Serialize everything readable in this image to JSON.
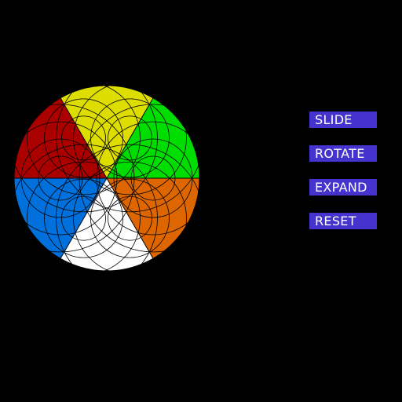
{
  "puzzle": {
    "sector_colors": [
      "#0070dd",
      "#ffffff",
      "#dd6600",
      "#00dd00",
      "#dddd00",
      "#aa0000"
    ]
  },
  "controls": {
    "slide_label": "SLIDE",
    "rotate_label": "ROTATE",
    "expand_label": "EXPAND",
    "reset_label": "RESET"
  }
}
